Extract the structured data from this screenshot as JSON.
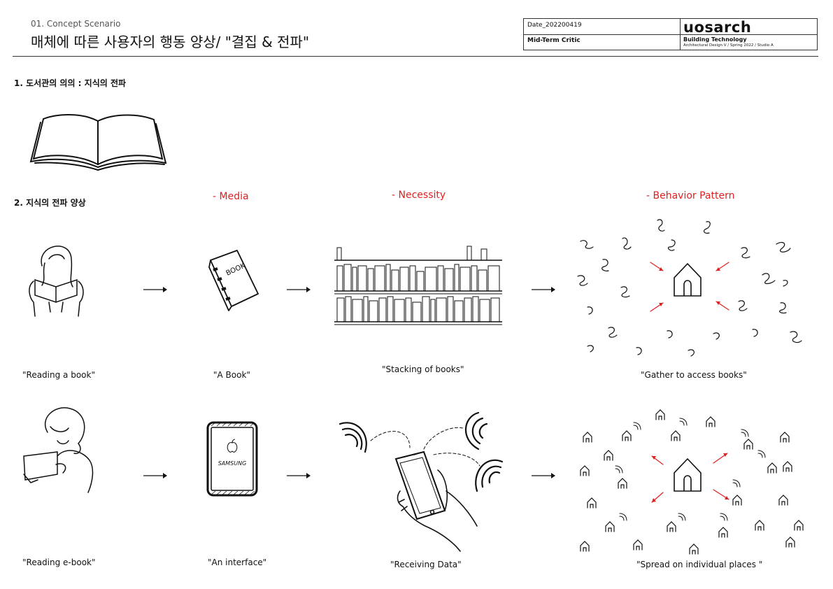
{
  "header": {
    "subtitle": "01. Concept Scenario",
    "title": "매체에 따른 사용자의 행동 양상/ \"결집 & 전파\""
  },
  "title_block": {
    "date": "Date_202200419",
    "critic": "Mid-Term Critic",
    "logo": "uosarch",
    "course": "Building Technology",
    "studio": "Architectural Design V / Spring 2022 / Studio A"
  },
  "sections": {
    "s1": "1. 도서관의 의의 : 지식의 전파",
    "s2": "2. 지식의 전파 양상"
  },
  "columns": {
    "media": "- Media",
    "necessity": "- Necessity",
    "behavior": "- Behavior Pattern"
  },
  "row1": {
    "c1": "\"Reading a book\"",
    "c2": "\"A Book\"",
    "c3": "\"Stacking of books\"",
    "c4": "\"Gather to access books\"",
    "book_cover_text": "BOOK"
  },
  "row2": {
    "c1": "\"Reading e-book\"",
    "c2": "\"An interface\"",
    "c3": "\"Receiving Data\"",
    "c4": "\"Spread on individual places \"",
    "tablet_brand": "SAMSUNG"
  },
  "colors": {
    "accent": "#e02020",
    "ink": "#111111"
  },
  "icons": [
    "open-book-icon",
    "reading-woman-icon",
    "book-icon",
    "bookshelf-icon",
    "house-icon",
    "tablet-icon",
    "phone-hand-icon",
    "wifi-icon"
  ]
}
